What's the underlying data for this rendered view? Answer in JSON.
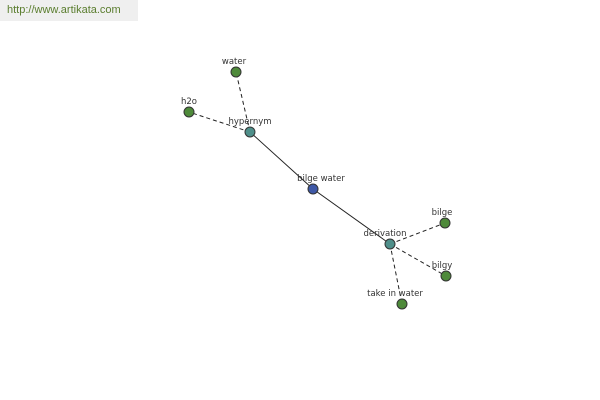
{
  "watermark": {
    "url": "http://www.artikata.com"
  },
  "colors": {
    "center": "#3e58a6",
    "relation": "#4f8f8a",
    "leaf": "#4e8a3a",
    "edge": "#222222"
  },
  "graph": {
    "nodes": [
      {
        "id": "bilge-water",
        "label": "bilge water",
        "kind": "center"
      },
      {
        "id": "hypernym",
        "label": "hypernym",
        "kind": "relation"
      },
      {
        "id": "derivation",
        "label": "derivation",
        "kind": "relation"
      },
      {
        "id": "water",
        "label": "water",
        "kind": "leaf"
      },
      {
        "id": "h2o",
        "label": "h2o",
        "kind": "leaf"
      },
      {
        "id": "bilge",
        "label": "bilge",
        "kind": "leaf"
      },
      {
        "id": "bilgy",
        "label": "bilgy",
        "kind": "leaf"
      },
      {
        "id": "take-in-water",
        "label": "take in water",
        "kind": "leaf"
      }
    ],
    "edges": [
      {
        "from": "bilge-water",
        "to": "hypernym",
        "style": "solid"
      },
      {
        "from": "bilge-water",
        "to": "derivation",
        "style": "solid"
      },
      {
        "from": "hypernym",
        "to": "water",
        "style": "dashed"
      },
      {
        "from": "hypernym",
        "to": "h2o",
        "style": "dashed"
      },
      {
        "from": "derivation",
        "to": "bilge",
        "style": "dashed"
      },
      {
        "from": "derivation",
        "to": "bilgy",
        "style": "dashed"
      },
      {
        "from": "derivation",
        "to": "take-in-water",
        "style": "dashed"
      }
    ]
  }
}
